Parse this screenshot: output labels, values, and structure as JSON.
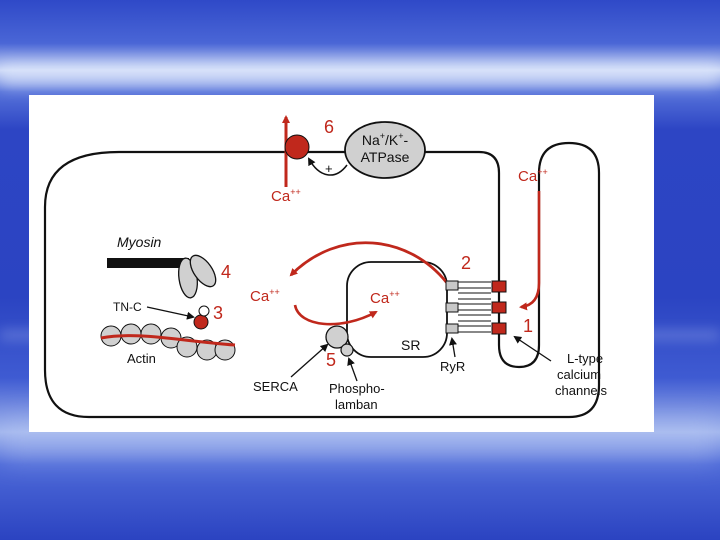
{
  "labels": {
    "step1": "1",
    "step2": "2",
    "step3": "3",
    "step4": "4",
    "step5": "5",
    "step6": "6",
    "pump_line1": "Na",
    "pump_sup1": "+",
    "pump_mid": "/K",
    "pump_sup2": "+",
    "pump_dash": "-",
    "pump_line2": "ATPase",
    "plus": "+",
    "ca_base": "Ca",
    "ca_sup": "++",
    "myosin": "Myosin",
    "tnc": "TN-C",
    "actin": "Actin",
    "sr": "SR",
    "ryr": "RyR",
    "serca": "SERCA",
    "phospholamban_1": "Phospho-",
    "phospholamban_2": "lamban",
    "ltype_1": "L-type",
    "ltype_2": "calcium",
    "ltype_3": "channels"
  },
  "colors": {
    "accent": "#c0281c",
    "outline": "#111111",
    "gray_fill": "#cfcfcf",
    "slide_blue": "#2d45c4"
  }
}
